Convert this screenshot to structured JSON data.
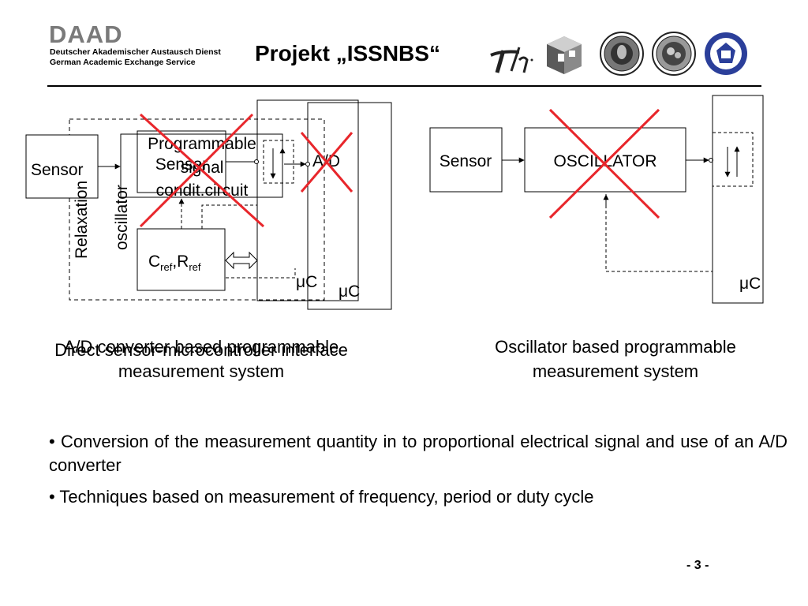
{
  "header": {
    "logo_text": "DAAD",
    "org_line_1": "Deutscher Akademischer Austausch Dienst",
    "org_line_2": "German Academic Exchange Service",
    "title": "Projekt „ISSNBS“",
    "logos": [
      "tu-logo-icon",
      "cube-logo-icon",
      "university-seal-icon",
      "university-nis-seal-icon",
      "university-banja-luka-seal-icon"
    ]
  },
  "left_diagram": {
    "sensor_a": "Sensor",
    "sensor_b": "Sensor",
    "programmable_line1": "Programmable",
    "programmable_line2": "signal",
    "programmable_line3": "condit.circuit",
    "relaxation": "Relaxation",
    "oscillator": "oscillator",
    "ad": "A/D",
    "cref": "C",
    "cref_sub": "ref",
    "rref": ",R",
    "rref_sub": "ref",
    "uc_a": "μC",
    "uc_b": "μC",
    "caption_overlap": "Direct sensor-microcontroller interface",
    "caption_line1": "A/D converter based programmable",
    "caption_line2": "measurement system"
  },
  "right_diagram": {
    "sensor": "Sensor",
    "oscillator": "OSCILLATOR",
    "uc": "μC",
    "caption_line1": "Oscillator based programmable",
    "caption_line2": "measurement system"
  },
  "bullets": [
    "• Conversion of the measurement quantity in to proportional electrical signal and use of an A/D converter",
    "• Techniques based on measurement of frequency, period or duty cycle"
  ],
  "page_number": "- 3 -",
  "colors": {
    "cross": "#e8262b",
    "logo_gray": "#7a7a7a"
  }
}
